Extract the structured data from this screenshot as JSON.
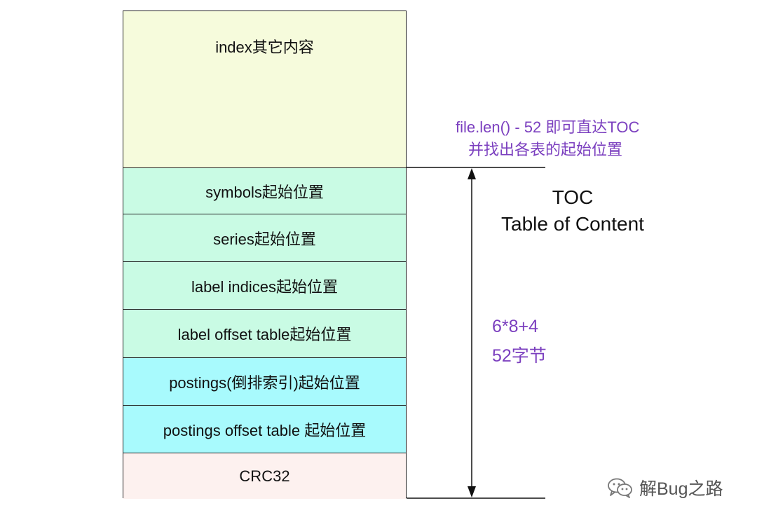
{
  "blocks": {
    "index_content": "index其它内容",
    "symbols": "symbols起始位置",
    "series": "series起始位置",
    "label_indices": "label indices起始位置",
    "label_offset_table": "label offset table起始位置",
    "postings": "postings(倒排索引)起始位置",
    "postings_offset_table": "postings offset table 起始位置",
    "crc": "CRC32"
  },
  "note": {
    "line1": "file.len() - 52 即可直达TOC",
    "line2": "并找出各表的起始位置"
  },
  "toc": {
    "line1": "TOC",
    "line2": "Table of Content"
  },
  "size": {
    "line1": "6*8+4",
    "line2": "52字节"
  },
  "watermark": {
    "text": "解Bug之路",
    "icon": "wechat-icon"
  },
  "colors": {
    "index_fill": "#f6fbdc",
    "toc_green_fill": "#c9fbe4",
    "postings_cyan_fill": "#a8fafd",
    "crc_fill": "#fdf1ef",
    "annotation_purple": "#7b3fbf"
  }
}
